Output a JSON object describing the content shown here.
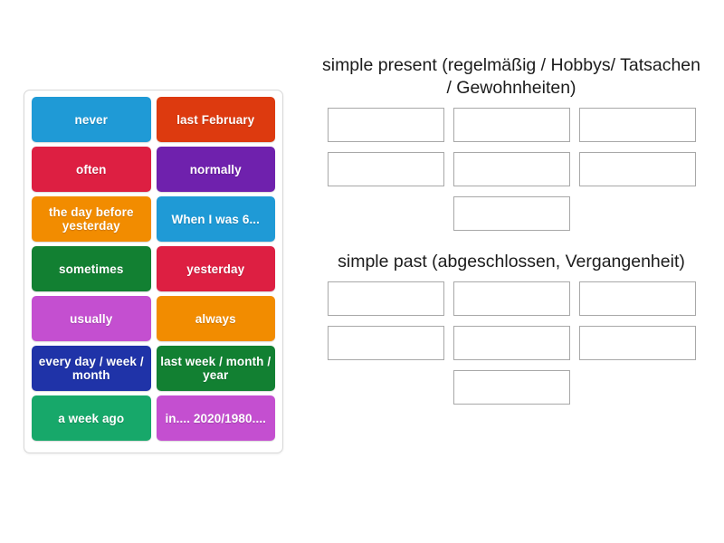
{
  "activity": {
    "type": "group-sort",
    "tray": {
      "name": "word-tile-tray",
      "tiles": [
        {
          "label": "never",
          "color": "#1f9ad6"
        },
        {
          "label": "last February",
          "color": "#dd3a0f"
        },
        {
          "label": "often",
          "color": "#dd1f42"
        },
        {
          "label": "normally",
          "color": "#6f21ad"
        },
        {
          "label": "the day before yesterday",
          "color": "#f28c00"
        },
        {
          "label": "When I was 6...",
          "color": "#1f9ad6"
        },
        {
          "label": "sometimes",
          "color": "#128032"
        },
        {
          "label": "yesterday",
          "color": "#dd1f42"
        },
        {
          "label": "usually",
          "color": "#c44fd0"
        },
        {
          "label": "always",
          "color": "#f28c00"
        },
        {
          "label": "every day / week / month",
          "color": "#1f33a8"
        },
        {
          "label": "last week / month / year",
          "color": "#128032"
        },
        {
          "label": "a week ago",
          "color": "#17a86a"
        },
        {
          "label": "in.... 2020/1980....",
          "color": "#c44fd0"
        }
      ]
    },
    "groups": [
      {
        "id": "simple-present",
        "heading": "simple present (regelmäßig / Hobbys/ Tatsachen / Gewohnheiten)",
        "dropzones": [
          "",
          "",
          "",
          "",
          "",
          "",
          ""
        ]
      },
      {
        "id": "simple-past",
        "heading": "simple past (abgeschlossen, Vergangenheit)",
        "dropzones": [
          "",
          "",
          "",
          "",
          "",
          "",
          ""
        ]
      }
    ]
  },
  "colors": {
    "background": "#ffffff",
    "tray_border": "#d8d8d8",
    "dropzone_border": "#a8a8a8",
    "heading_text": "#1c1c1c",
    "tile_text": "#ffffff"
  }
}
